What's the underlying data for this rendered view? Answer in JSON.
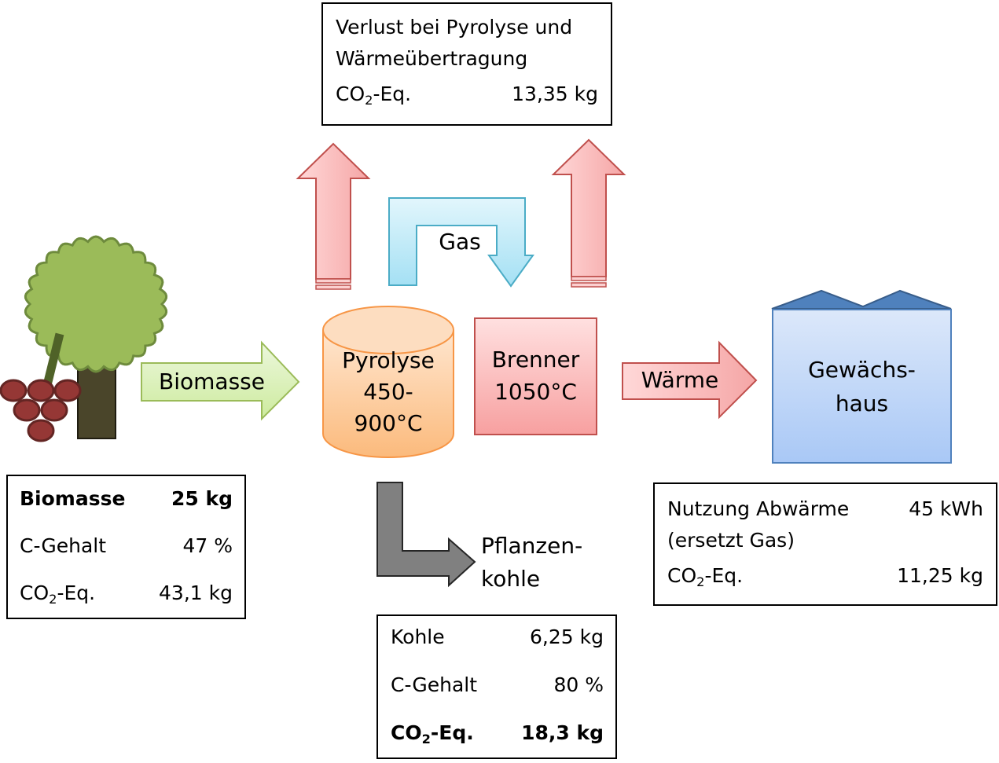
{
  "title": "Pflanzenkohle CO2-Bilanz Prozessdiagramm",
  "nodes": {
    "biomass_arrow_label": "Biomasse",
    "pyrolysis": {
      "line1": "Pyrolyse",
      "line2": "450-",
      "line3": "900°C"
    },
    "burner": {
      "line1": "Brenner",
      "line2": "1050°C"
    },
    "heat_arrow_label": "Wärme",
    "greenhouse": {
      "line1": "Gewächs-",
      "line2": "haus"
    },
    "gas_label": "Gas",
    "biochar": {
      "line1": "Pflanzen-",
      "line2": "kohle"
    }
  },
  "loss_box": {
    "title_line1": "Verlust bei Pyrolyse und",
    "title_line2": "Wärmeübertragung",
    "co2_label_pre": "CO",
    "co2_label_sub": "2",
    "co2_label_post": "-Eq.",
    "co2_value": "13,35 kg"
  },
  "biomass_box": {
    "rows": [
      {
        "label": "Biomasse",
        "value": "25 kg",
        "bold": true
      },
      {
        "label": "C-Gehalt",
        "value": "47 %"
      },
      {
        "label_pre": "CO",
        "label_sub": "2",
        "label_post": "-Eq.",
        "value": "43,1 kg"
      }
    ]
  },
  "char_box": {
    "rows": [
      {
        "label": "Kohle",
        "value": "6,25 kg"
      },
      {
        "label": "C-Gehalt",
        "value": "80 %"
      },
      {
        "label_pre": "CO",
        "label_sub": "2",
        "label_post": "-Eq.",
        "value": "18,3 kg",
        "bold": true
      }
    ]
  },
  "heat_box": {
    "label_line1": "Nutzung Abwärme",
    "label_line2": "(ersetzt Gas)",
    "value": "45 kWh",
    "co2_pre": "CO",
    "co2_sub": "2",
    "co2_post": "-Eq.",
    "co2_value": "11,25 kg"
  },
  "colors": {
    "tree_crown": "#9BBB59",
    "tree_trunk": "#4A452A",
    "grapes": "#953735",
    "biomass_arrow": "#D7F0B0",
    "pyrolysis": "#FAC090",
    "burner": "#F2A0A0",
    "heat_arrow": "#F8B8B8",
    "gas_arrow": "#B7E6F5",
    "greenhouse": "#C6D9F1",
    "greenhouse_roof": "#4F81BD",
    "char_arrow": "#808080"
  }
}
